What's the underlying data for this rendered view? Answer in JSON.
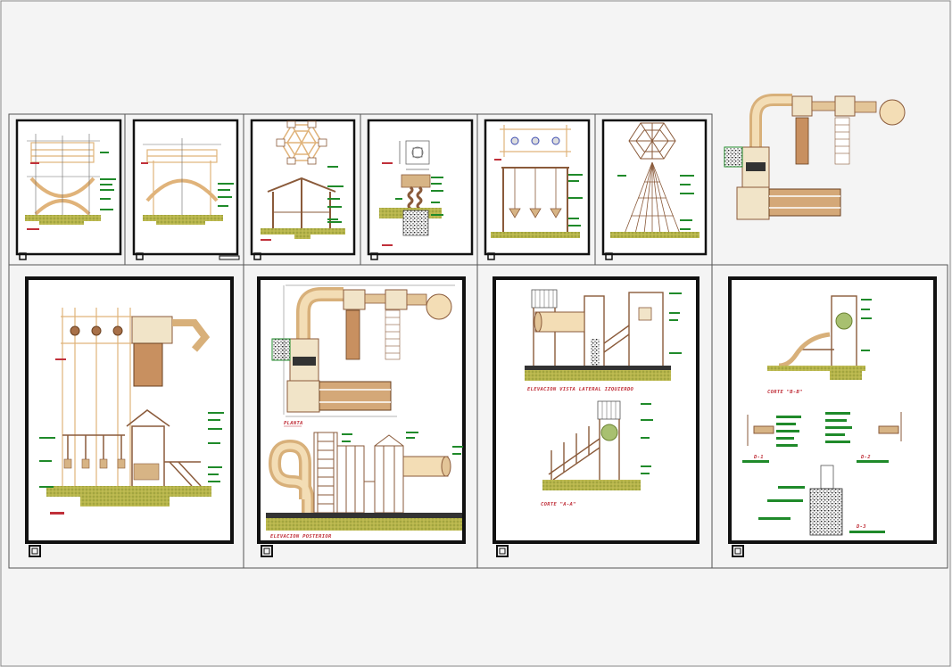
{
  "sheet_labels": {
    "plan": "PLANTA",
    "rear_elevation": "ELEVACION POSTERIOR",
    "left_elevation": "ELEVACION VISTA LATERAL IZQUIERDO",
    "section_aa": "CORTE \"A-A\"",
    "section_bb": "CORTE \"B-B\"",
    "detail_d1": "D-1",
    "detail_d2": "D-2",
    "detail_d3": "D-3"
  },
  "colors": {
    "background": "#f4f4f4",
    "sheet_border": "#111111",
    "panel_divider": "#555555",
    "structure_pipe": "#e0b37a",
    "note_green": "#1f8a2a",
    "ground_hatch": "#9da238",
    "title_red": "#c0303a",
    "dimension_line": "#6a6a6a"
  }
}
